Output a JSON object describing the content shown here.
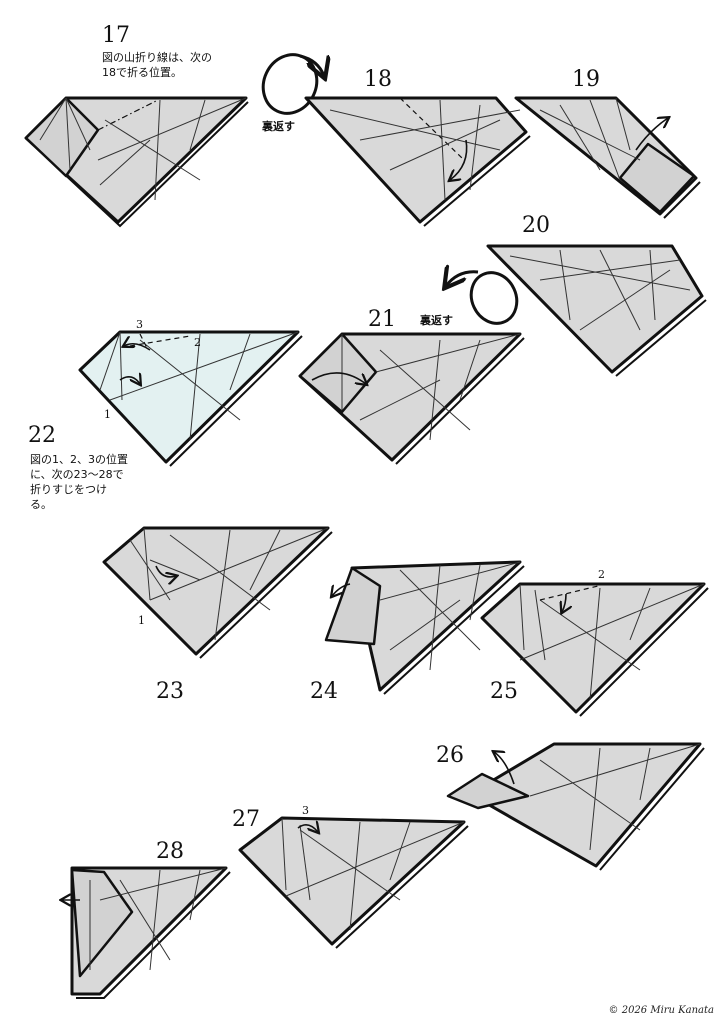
{
  "steps": {
    "s17": "17",
    "s18": "18",
    "s19": "19",
    "s20": "20",
    "s21": "21",
    "s22": "22",
    "s23": "23",
    "s24": "24",
    "s25": "25",
    "s26": "26",
    "s27": "27",
    "s28": "28"
  },
  "notes": {
    "step17": "図の山折り線は、次の\n18で折る位置。",
    "step22": "図の1、2、3の位置\nに、次の23〜28で\n折りすじをつけ\nる。"
  },
  "flip_label_1": "裏返す",
  "flip_label_2": "裏返す",
  "marks": {
    "m1": "1",
    "m2": "2",
    "m3": "3"
  },
  "credit": "© 2026 Miru Kanata"
}
